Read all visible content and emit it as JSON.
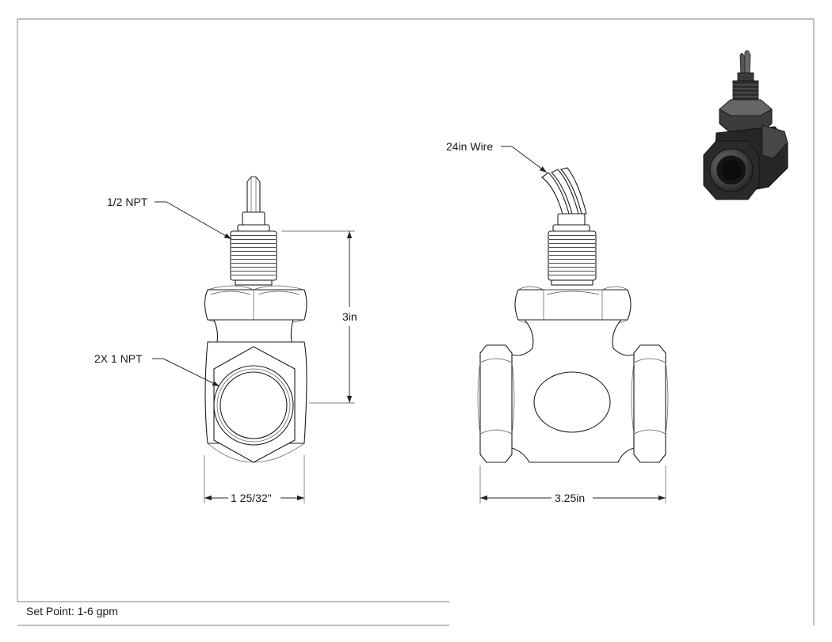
{
  "drawing": {
    "callouts": {
      "half_npt": "1/2 NPT",
      "two_x_npt": "2X 1 NPT",
      "wire": "24in Wire"
    },
    "dimensions": {
      "height": "3in",
      "front_width": "1 25/32\"",
      "side_width": "3.25in"
    },
    "note": "Set Point: 1-6 gpm"
  }
}
